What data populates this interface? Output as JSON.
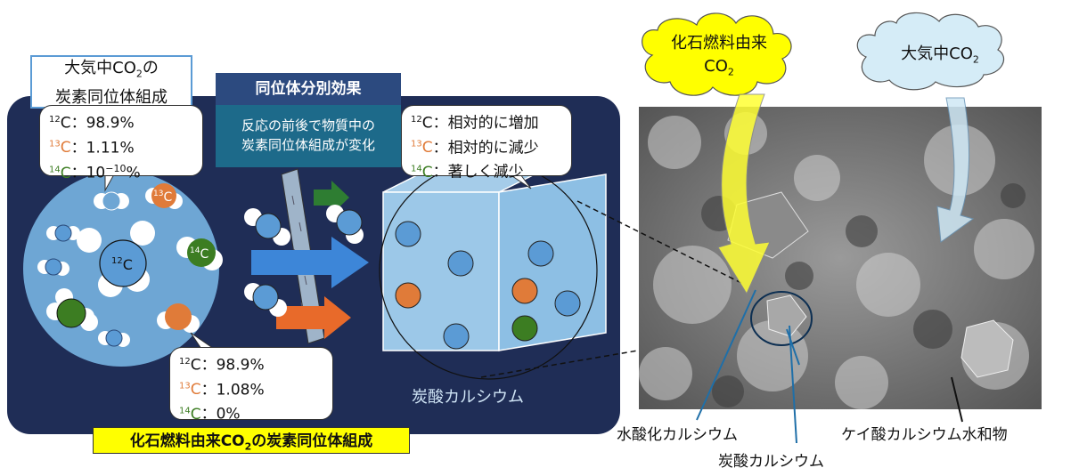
{
  "atmos_box": {
    "line1_a": "大気中CO",
    "line1_sub": "2",
    "line1_b": "の",
    "line2": "炭素同位体組成"
  },
  "fractionation": {
    "title": "同位体分別効果",
    "desc1": "反応の前後で物質中の",
    "desc2": "炭素同位体組成が変化"
  },
  "atmos_iso": [
    {
      "mass": "12",
      "sym": "C",
      "value": "：98.9%",
      "color": "#111111"
    },
    {
      "mass": "13",
      "sym": "C",
      "value": "：1.11%",
      "color": "#e07b39"
    },
    {
      "mass": "14",
      "sym": "C",
      "value": "：10",
      "exp": "−10",
      "suffix": "%",
      "color": "#3c7d22"
    }
  ],
  "product_iso": [
    {
      "mass": "12",
      "sym": "C",
      "value": "：相対的に増加",
      "color": "#111111"
    },
    {
      "mass": "13",
      "sym": "C",
      "value": "：相対的に減少",
      "color": "#e07b39"
    },
    {
      "mass": "14",
      "sym": "C",
      "value": "：著しく減少",
      "color": "#3c7d22"
    }
  ],
  "fossil_iso": [
    {
      "mass": "12",
      "sym": "C",
      "value": "：98.9%",
      "color": "#111111"
    },
    {
      "mass": "13",
      "sym": "C",
      "value": "：1.08%",
      "color": "#e07b39"
    },
    {
      "mass": "14",
      "sym": "C",
      "value": "：0%",
      "color": "#3c7d22"
    }
  ],
  "fossil_label": {
    "a": "化石燃料由来CO",
    "sub": "2",
    "b": "の炭素同位体組成"
  },
  "circle_labels": {
    "c12": "12",
    "c13": "13",
    "c14": "14",
    "c": "C"
  },
  "caco3_label": "炭酸カルシウム",
  "cloud_fossil": {
    "line1": "化石燃料由来",
    "line2": "CO",
    "sub": "2"
  },
  "cloud_atmos": {
    "a": "大気中CO",
    "sub": "2"
  },
  "sem_labels": {
    "ca_oh": "水酸化カルシウム",
    "csh": "ケイ酸カルシウム水和物",
    "caco3": "炭酸カルシウム"
  },
  "colors": {
    "panel": "#1f2d56",
    "blue_circle": "#5b9bd5",
    "orange": "#e07b39",
    "green": "#3c7d22",
    "yellow": "#ffff00",
    "cloud_blue": "#d5ecf7"
  }
}
